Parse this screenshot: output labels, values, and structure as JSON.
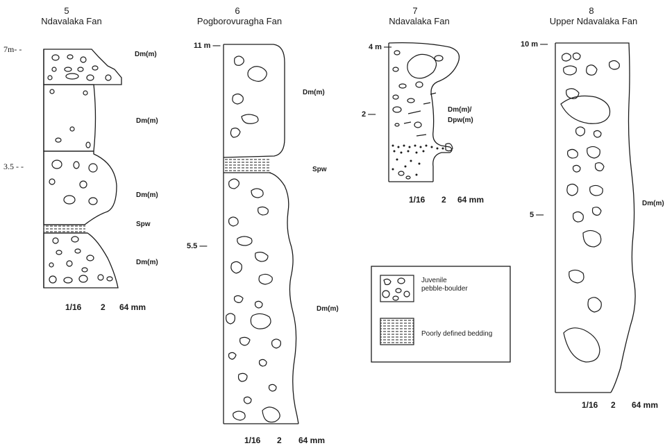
{
  "columns": [
    {
      "number": "5",
      "name": "Ndavalaka Fan",
      "scale": {
        "x_labels": [
          "1/16",
          "2",
          "64 mm"
        ]
      },
      "depth_labels": [
        "7m- -",
        "3.5 - -"
      ],
      "facies": [
        "Dm(m)",
        "Dm(m)",
        "Dm(m)",
        "Spw",
        "Dm(m)"
      ]
    },
    {
      "number": "6",
      "name": "Pogborovuragha Fan",
      "scale": {
        "x_labels": [
          "1/16",
          "2",
          "64 mm"
        ]
      },
      "depth_labels": [
        "11 m —",
        "5.5 —"
      ],
      "facies": [
        "Dm(m)",
        "Spw",
        "Dm(m)"
      ]
    },
    {
      "number": "7",
      "name": "Ndavalaka Fan",
      "scale": {
        "x_labels": [
          "1/16",
          "2",
          "64 mm"
        ]
      },
      "depth_labels": [
        "4 m —",
        "2 —"
      ],
      "facies": [
        "Dm(m)/",
        "Dpw(m)"
      ]
    },
    {
      "number": "8",
      "name": "Upper Ndavalaka Fan",
      "scale": {
        "x_labels": [
          "1/16",
          "2",
          "64 mm"
        ]
      },
      "depth_labels": [
        "10 m —",
        "5 —"
      ],
      "facies": [
        "Dm(m)"
      ]
    }
  ],
  "legend": {
    "items": [
      {
        "label_lines": [
          "Juvenile",
          "pebble-boulder"
        ],
        "icon": "clast-pattern-icon"
      },
      {
        "label_lines": [
          "Poorly defined bedding"
        ],
        "icon": "bedding-pattern-icon"
      }
    ]
  }
}
